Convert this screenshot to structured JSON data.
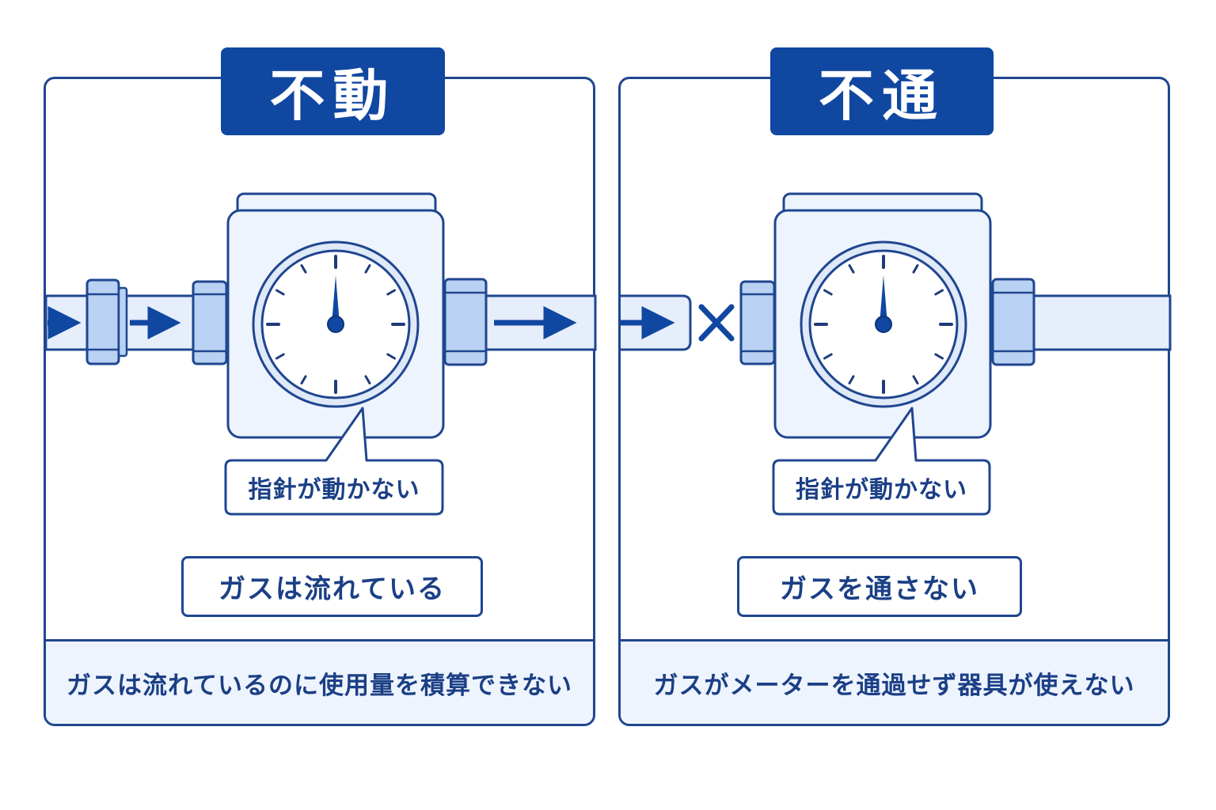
{
  "colors": {
    "accent": "#1047a0",
    "outline": "#1f4690",
    "pipe_fill": "#e6eefb",
    "fitting_fill": "#b9d1f2",
    "meter_fill": "#eef4fd"
  },
  "panels": [
    {
      "title": "不動",
      "callout": "指針が動かない",
      "status": "ガスは流れている",
      "footer": "ガスは流れているのに使用量を積算できない"
    },
    {
      "title": "不通",
      "callout": "指針が動かない",
      "status": "ガスを通さない",
      "blocked_mark": "×",
      "footer": "ガスがメーターを通過せず器具が使えない"
    }
  ]
}
